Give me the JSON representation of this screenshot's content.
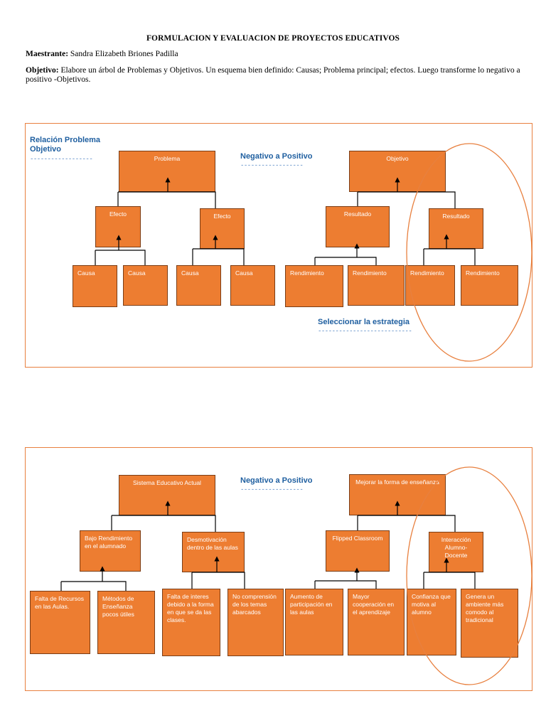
{
  "header": {
    "title": "FORMULACION Y EVALUACION DE PROYECTOS EDUCATIVOS",
    "teacher_label": "Maestrante:",
    "teacher_name": "Sandra Elizabeth Briones Padilla",
    "objective_label": "Objetivo:",
    "objective_text": "Elabore un árbol de Problemas y Objetivos. Un esquema bien definido: Causas; Problema principal; efectos. Luego transforme lo negativo a positivo -Objetivos."
  },
  "diagram1": {
    "heading": "Relación Problema Objetivo",
    "heading_dashes": "------------------",
    "center_label": "Negativo a Positivo",
    "center_dashes": "------------------",
    "strategy_label": "Seleccionar la estrategia",
    "strategy_dashes": "---------------------------",
    "problem": "Problema",
    "effect_left": "Efecto",
    "effect_right": "Efecto",
    "causes": [
      "Causa",
      "Causa",
      "Causa",
      "Causa"
    ],
    "objective": "Objetivo",
    "result_left": "Resultado",
    "result_right": "Resultado",
    "performances": [
      "Rendimiento",
      "Rendimiento",
      "Rendimiento",
      "Rendimiento"
    ]
  },
  "diagram2": {
    "center_label": "Negativo a Positivo",
    "center_dashes": "------------------",
    "problem": "Sistema Educativo Actual",
    "effect_left": "Bajo Rendimiento en el alumnado",
    "effect_right": "Desmotivación dentro de las aulas",
    "causes": [
      "Falta de Recursos en las Aulas.",
      "Métodos de Enseñanza pocos útiles",
      "Falta de interes debido a la forma en que se da las clases.",
      "No comprensión de los temas abarcados"
    ],
    "objective": "Mejorar la forma de enseñanza",
    "result_left": "Flipped Classroom",
    "result_right": "Interacción Alumno-Docente",
    "performances": [
      "Aumento de participación en las aulas",
      "Mayor cooperación en el aprendizaje",
      "Confianza que motiva al alumno",
      "Genera un ambiente más comodo al tradicional"
    ]
  },
  "colors": {
    "box_fill": "#ed7d31",
    "panel_border": "#e8803f",
    "label_blue": "#1f5fa0"
  }
}
